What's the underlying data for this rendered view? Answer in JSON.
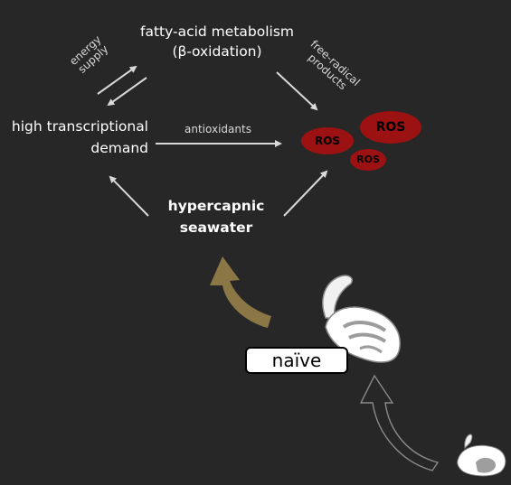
{
  "nodes": {
    "top_line1": "fatty-acid metabolism",
    "top_line2": "(β-oxidation)",
    "left_line1": "high transcriptional",
    "left_line2": "demand",
    "center_line1": "hypercapnic",
    "center_line2": "seawater",
    "naive": "naïve"
  },
  "edge_labels": {
    "energy_line1": "energy",
    "energy_line2": "supply",
    "free_line1": "free-radical",
    "free_line2": "products",
    "antioxidants": "antioxidants"
  },
  "ros": [
    "ROS",
    "ROS",
    "ROS"
  ],
  "colors": {
    "background": "#272727",
    "arrow": "#d9d9d9",
    "ros_fill": "#9c1212",
    "gold_arrow": "#8a7745",
    "shell": "#ffffff"
  }
}
